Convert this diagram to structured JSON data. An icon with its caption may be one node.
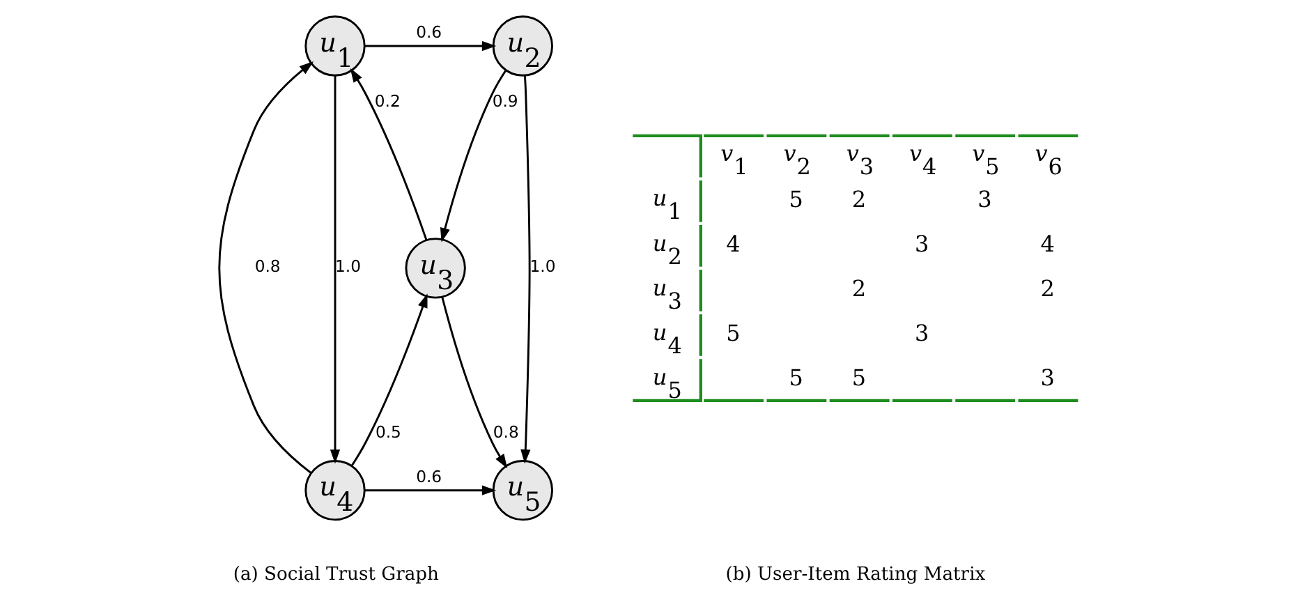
{
  "diagram": {
    "nodes": [
      {
        "text": [
          "u$_{1}$"
        ]
      },
      {
        "text": [
          "u$_{2}$"
        ]
      },
      {
        "text": [
          "u$_{3}$"
        ]
      },
      {
        "text": [
          "u$_{4}$"
        ]
      },
      {
        "text": [
          "u$_{5}$"
        ]
      }
    ],
    "edges": [
      {
        "from": 0,
        "to": 1,
        "arrow": "to",
        "label": "0.6"
      },
      {
        "from": 2,
        "to": 0,
        "arrow": "to",
        "label": "0.2"
      },
      {
        "from": 1,
        "to": 2,
        "arrow": "to",
        "label": "0.9"
      },
      {
        "from": 3,
        "to": 0,
        "arrow": "to",
        "label": "0.8"
      },
      {
        "from": 0,
        "to": 3,
        "arrow": "to",
        "label": "1.0"
      },
      {
        "from": 1,
        "to": 4,
        "arrow": "to",
        "label": "1.0"
      },
      {
        "from": 2,
        "to": 4,
        "arrow": "to",
        "label": "0.8"
      },
      {
        "from": 3,
        "to": 2,
        "arrow": "to",
        "label": "0.5"
      },
      {
        "from": 3,
        "to": 4,
        "arrow": "to",
        "label": "0.6"
      }
    ],
    "labels": [
      "v$_{1}$",
      "v$_{2}$",
      "v$_{3}$",
      "v$_{4}$",
      "v$_{5}$",
      "v$_{6}$",
      "u$_{1}$",
      "5",
      "2",
      "3",
      "u$_{2}$",
      "4",
      "3",
      "4",
      "u$_{3}$",
      "2",
      "2",
      "u$_{4}$",
      "5",
      "3",
      "u$_{5}$",
      "5",
      "5",
      "3",
      "(a) Social Trust Graph",
      "(b) User-Item Rating Matrix"
    ]
  }
}
